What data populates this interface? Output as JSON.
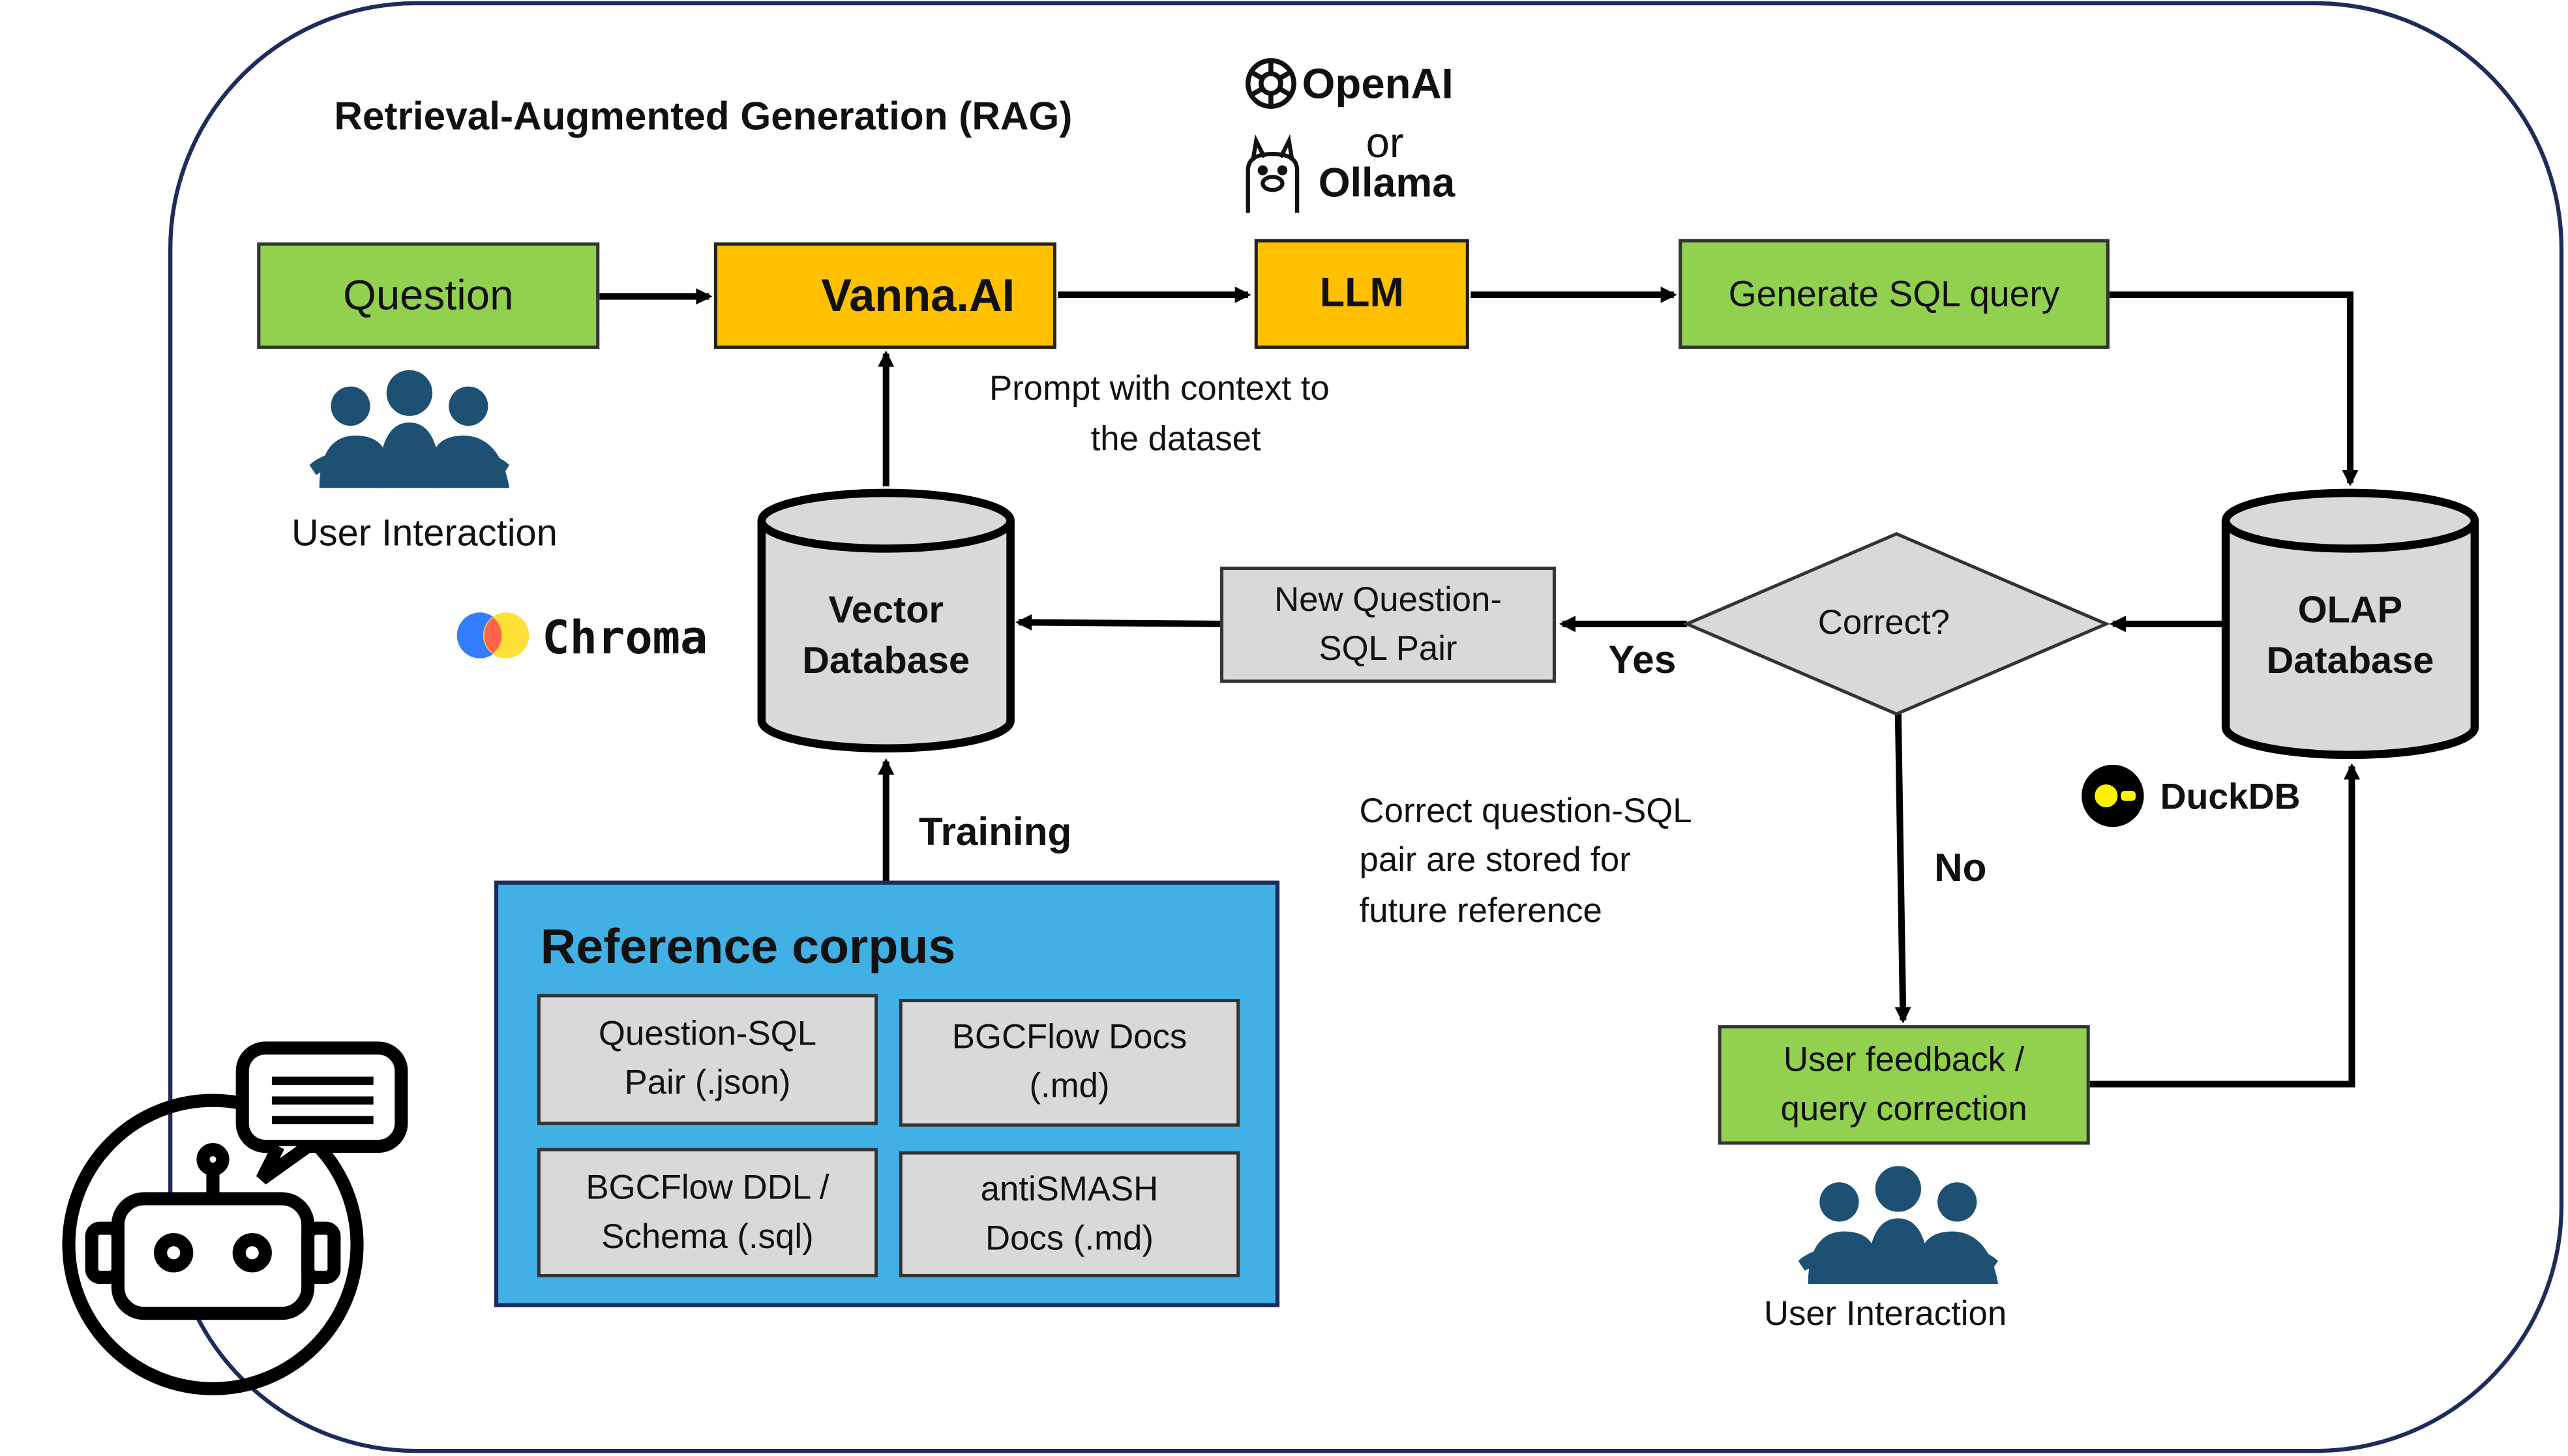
{
  "title": "Retrieval-Augmented Generation (RAG)",
  "providers": {
    "openai": "OpenAI",
    "or": "or",
    "ollama": "Ollama"
  },
  "nodes": {
    "question": "Question",
    "vanna": "Vanna.AI",
    "llm": "LLM",
    "generate_sql": "Generate SQL query",
    "vector_db": [
      "Vector",
      "Database"
    ],
    "olap_db": [
      "OLAP",
      "Database"
    ],
    "new_pair": [
      "New Question-",
      "SQL Pair"
    ],
    "correct": "Correct?",
    "feedback": [
      "User feedback /",
      "query correction"
    ]
  },
  "labels": {
    "prompt": [
      "Prompt with context to",
      "the dataset"
    ],
    "user_interaction_top": "User Interaction",
    "user_interaction_bottom": "User Interaction",
    "chroma": "Chroma",
    "duckdb": "DuckDB",
    "yes": "Yes",
    "no": "No",
    "training": "Training",
    "stored_note": [
      "Correct question-SQL",
      "pair are stored for",
      "future reference"
    ]
  },
  "corpus": {
    "title": "Reference corpus",
    "items": [
      [
        "Question-SQL",
        "Pair (.json)"
      ],
      [
        "BGCFlow Docs",
        "(.md)"
      ],
      [
        "BGCFlow DDL /",
        "Schema (.sql)"
      ],
      [
        "antiSMASH",
        "Docs (.md)"
      ]
    ]
  },
  "colors": {
    "green": "#92d050",
    "gold": "#ffc000",
    "grey": "#d9d9d9",
    "blue": "#41b0e4",
    "navy": "#1e2b5c",
    "teal_people": "#1d5073"
  },
  "icons": [
    "openai-icon",
    "ollama-icon",
    "vanna-icon",
    "people-icon",
    "chroma-icon",
    "duckdb-icon",
    "robot-chat-icon"
  ]
}
